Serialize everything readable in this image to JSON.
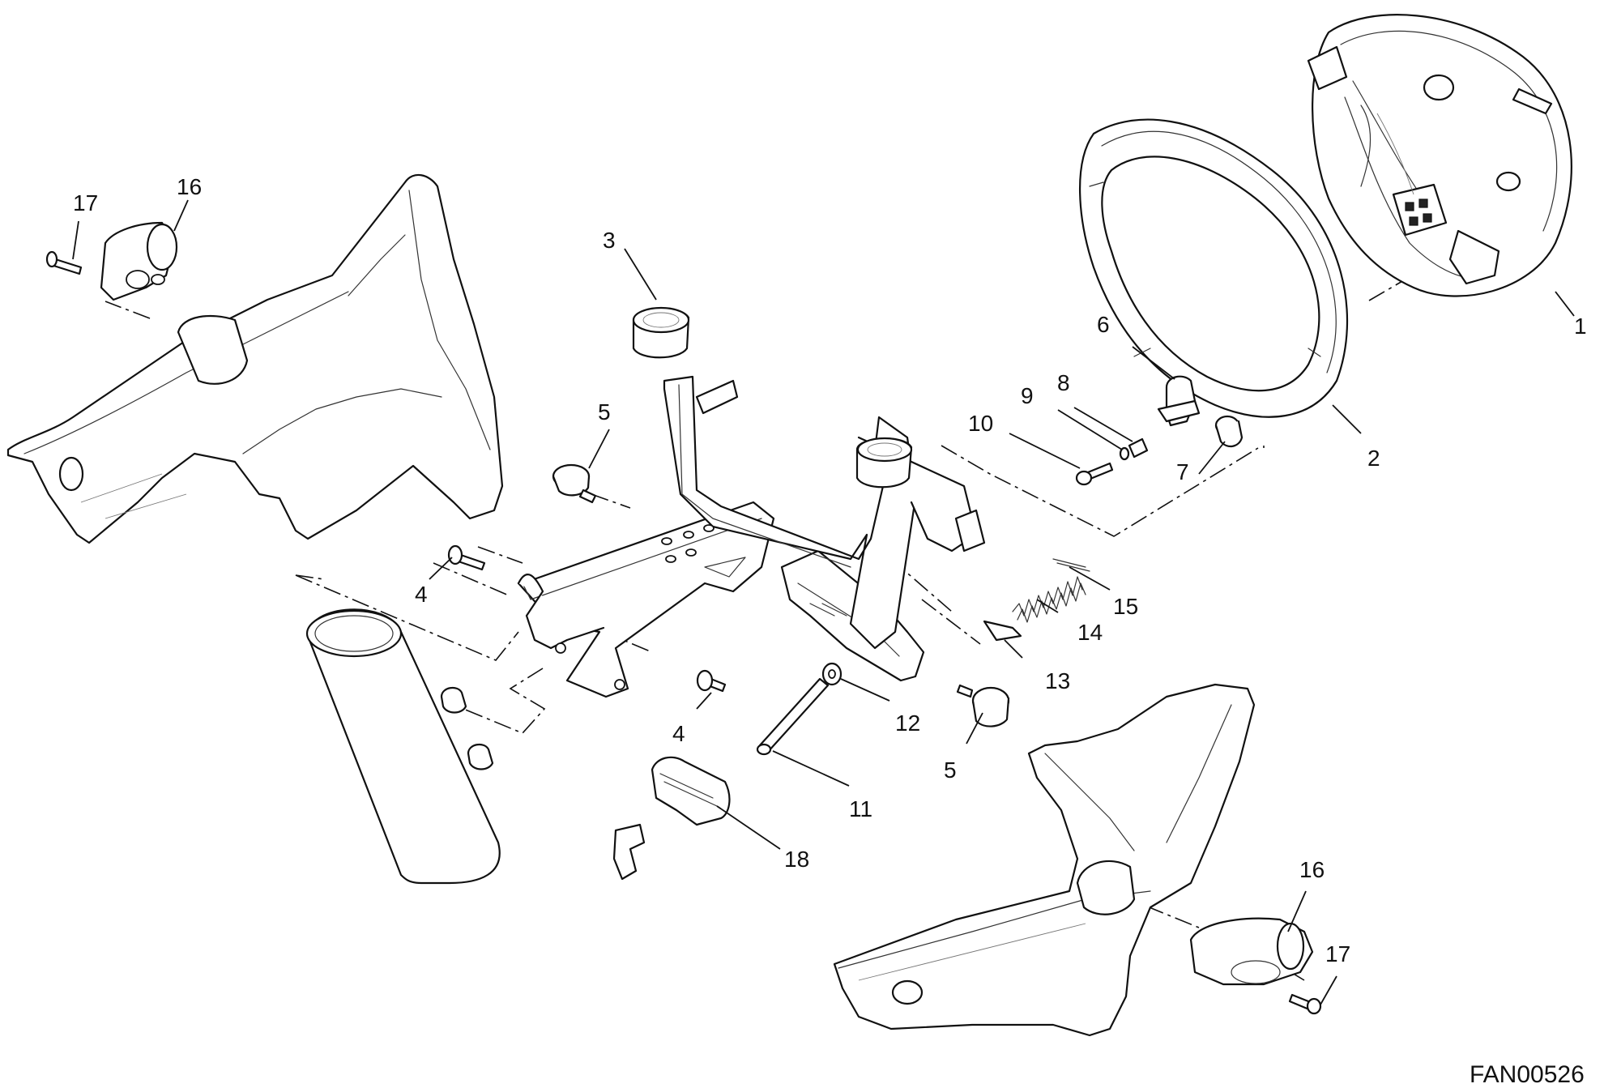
{
  "callouts": [
    {
      "id": "c1",
      "label": "1"
    },
    {
      "id": "c2",
      "label": "2"
    },
    {
      "id": "c3",
      "label": "3"
    },
    {
      "id": "c4a",
      "label": "4"
    },
    {
      "id": "c4b",
      "label": "4"
    },
    {
      "id": "c5a",
      "label": "5"
    },
    {
      "id": "c5b",
      "label": "5"
    },
    {
      "id": "c6",
      "label": "6"
    },
    {
      "id": "c7",
      "label": "7"
    },
    {
      "id": "c8",
      "label": "8"
    },
    {
      "id": "c9",
      "label": "9"
    },
    {
      "id": "c10",
      "label": "10"
    },
    {
      "id": "c11",
      "label": "11"
    },
    {
      "id": "c12",
      "label": "12"
    },
    {
      "id": "c13",
      "label": "13"
    },
    {
      "id": "c14",
      "label": "14"
    },
    {
      "id": "c15",
      "label": "15"
    },
    {
      "id": "c16a",
      "label": "16"
    },
    {
      "id": "c16b",
      "label": "16"
    },
    {
      "id": "c17a",
      "label": "17"
    },
    {
      "id": "c17b",
      "label": "17"
    },
    {
      "id": "c18",
      "label": "18"
    }
  ],
  "drawing_code": "FAN00526"
}
